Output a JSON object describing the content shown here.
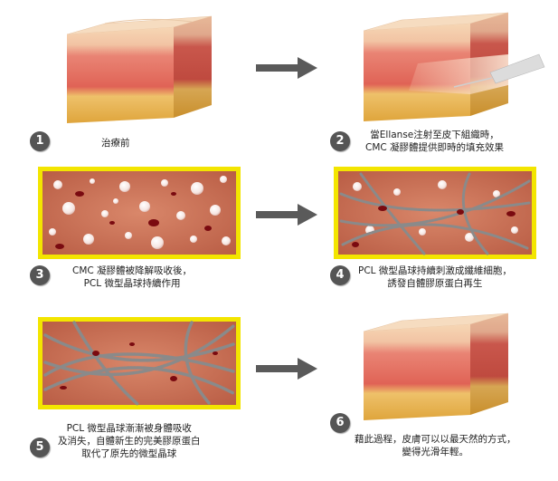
{
  "steps": [
    {
      "number": "1",
      "caption_lines": [
        "治療前"
      ]
    },
    {
      "number": "2",
      "caption_lines": [
        "當Ellanse注射至皮下組織時，",
        "CMC 凝膠體提供即時的填充效果"
      ]
    },
    {
      "number": "3",
      "caption_lines": [
        "CMC 凝膠體被降解吸收後，",
        "PCL 微型晶球持續作用"
      ]
    },
    {
      "number": "4",
      "caption_lines": [
        "PCL 微型晶球持續刺激成纖維細胞，",
        "誘發自體膠原蛋白再生"
      ]
    },
    {
      "number": "5",
      "caption_lines": [
        "PCL 微型晶球漸漸被身體吸收",
        "及消失，自體新生的完美膠原蛋白",
        "取代了原先的微型晶球"
      ]
    },
    {
      "number": "6",
      "caption_lines": [
        "藉此過程，皮膚可以以最天然的方式，",
        "變得光滑年輕。"
      ]
    }
  ],
  "icons": {
    "arrow": "right-arrow-icon",
    "syringe": "needle-icon"
  },
  "colors": {
    "badge": "#555555",
    "frame": "#f3e500",
    "skin_top": "#f3cfa8",
    "skin_dermis": "#e0685a",
    "fat": "#e9b445",
    "tissue": "#c8684c",
    "fiber": "#8a8a8a",
    "dark_cell": "#7a0a10"
  }
}
